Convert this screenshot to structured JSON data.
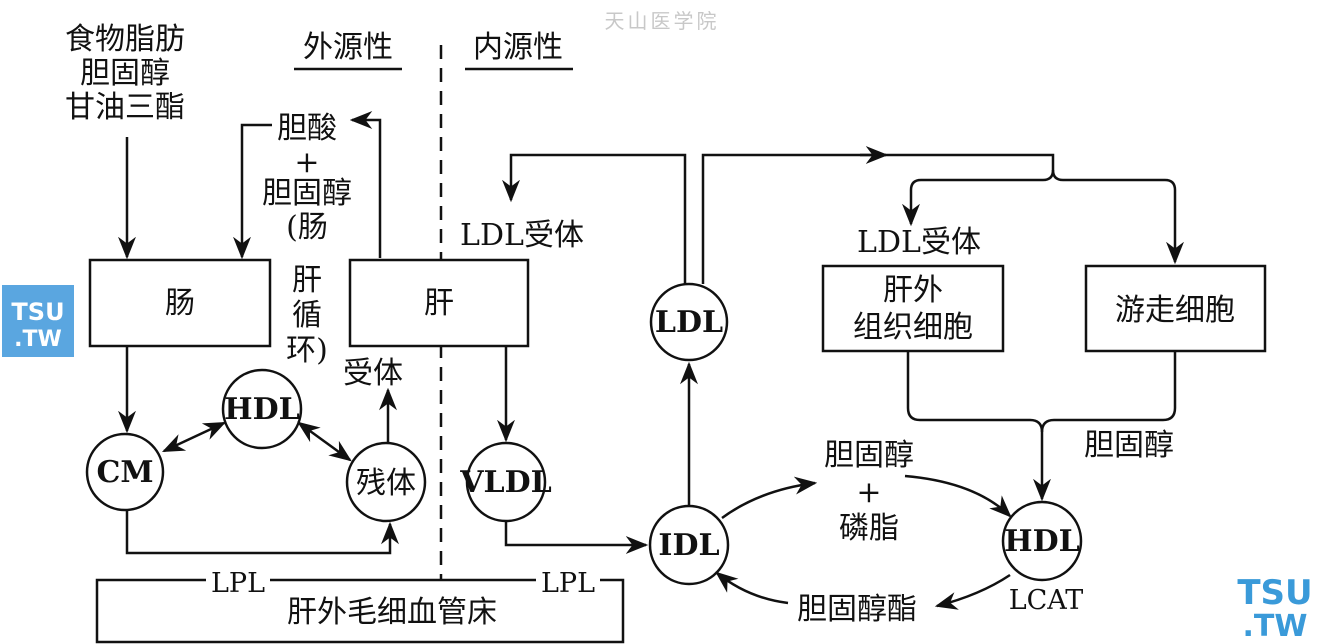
{
  "watermark": "天山医学院",
  "logos": {
    "left": [
      "TSU",
      ".TW"
    ],
    "right": [
      "TSU",
      ".TW"
    ]
  },
  "headers": {
    "exogenous": "外源性",
    "endogenous": "内源性"
  },
  "diet": [
    "食物脂肪",
    "胆固醇",
    "甘油三酯"
  ],
  "bile": {
    "acid": "胆酸",
    "plus": "+",
    "chol": "胆固醇",
    "circulation": [
      "(肠",
      "肝",
      "循",
      "环)"
    ]
  },
  "boxes": {
    "intestine": "肠",
    "liver": "肝",
    "extrahepatic": [
      "肝外",
      "组织细胞"
    ],
    "wandering": "游走细胞",
    "capillary": "肝外毛细血管床"
  },
  "circles": {
    "cm": "CM",
    "hdl_left": "HDL",
    "remnant": "残体",
    "vldl": "VLDL",
    "idl": "IDL",
    "ldl": "LDL",
    "hdl_right": "HDL"
  },
  "labels": {
    "receptor": "受体",
    "ldl_receptor_left": "LDL受体",
    "ldl_receptor_right": "LDL受体",
    "chol_pl": [
      "胆固醇",
      "+",
      "磷脂"
    ],
    "chol_right": "胆固醇",
    "chol_ester": "胆固醇酯",
    "lcat": "LCAT",
    "lpl_left": "LPL",
    "lpl_right": "LPL"
  }
}
